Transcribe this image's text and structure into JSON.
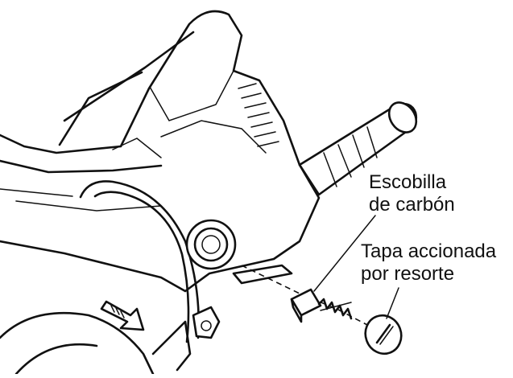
{
  "labels": {
    "carbon_brush": [
      "Escobilla",
      "de carbón"
    ],
    "spring_cap": [
      "Tapa accionada",
      "por resorte"
    ]
  },
  "colors": {
    "line": "#111111",
    "background": "#ffffff"
  }
}
